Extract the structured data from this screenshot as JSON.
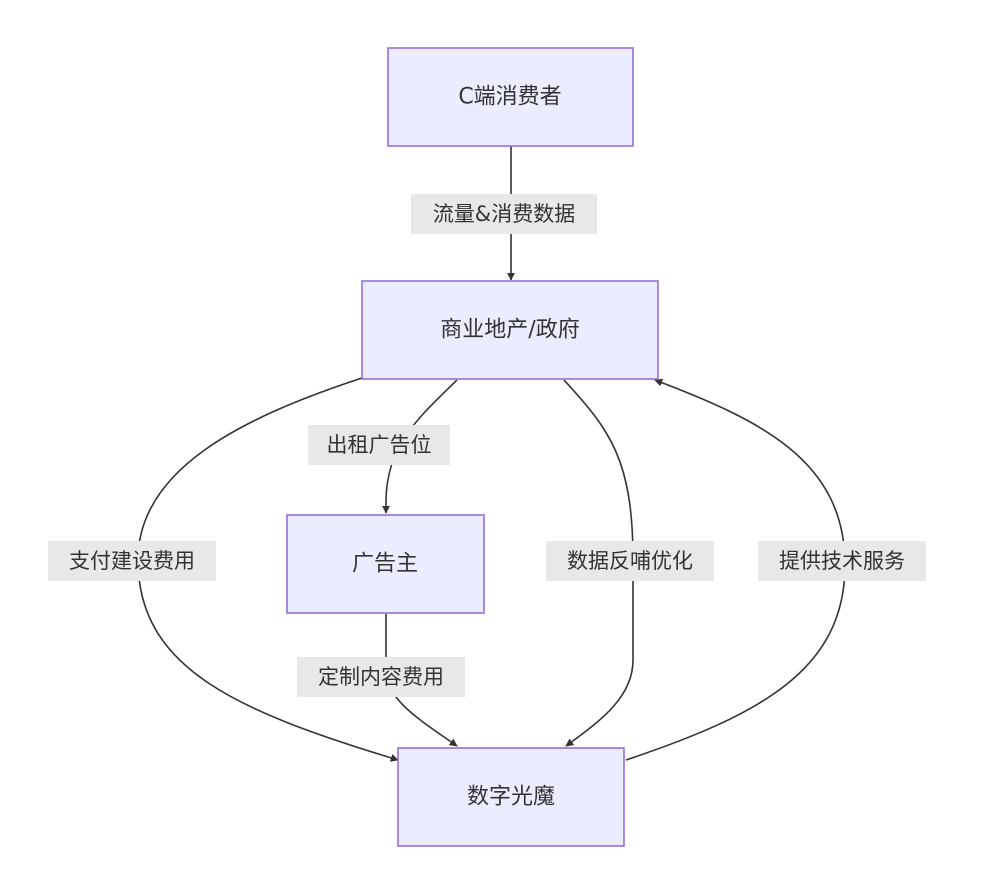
{
  "nodes": {
    "consumer": "C端消费者",
    "realestate": "商业地产/政府",
    "advertiser": "广告主",
    "guangmo": "数字光魔"
  },
  "edges": {
    "traffic_data": "流量&消费数据",
    "rent_ad_slot": "出租广告位",
    "pay_build_fee": "支付建设费用",
    "custom_content_fee": "定制内容费用",
    "data_feedback": "数据反哺优化",
    "tech_service": "提供技术服务"
  }
}
